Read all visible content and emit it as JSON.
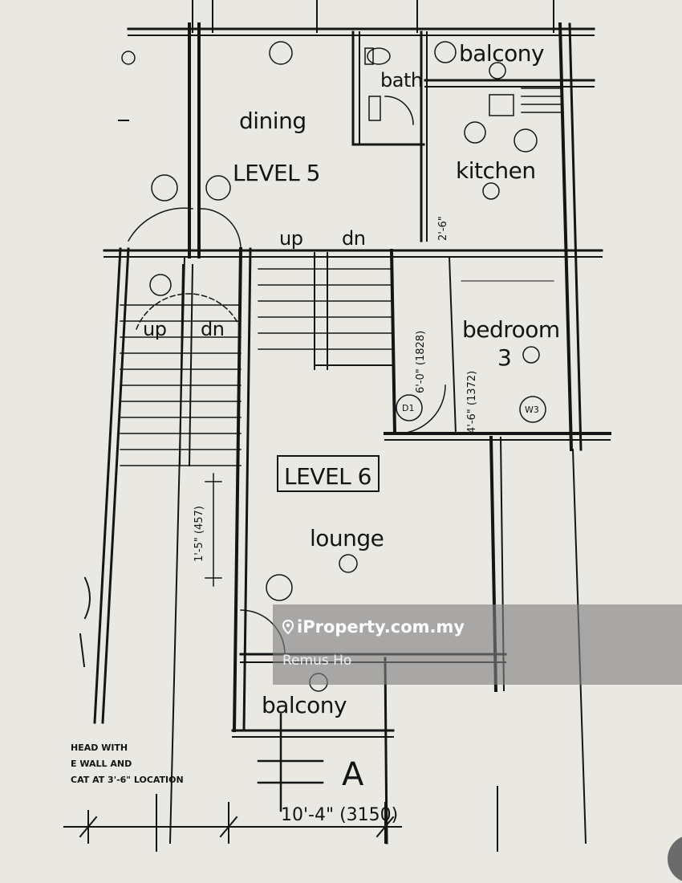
{
  "rooms": {
    "balcony_top": "balcony",
    "bath": "bath",
    "dining": "dining",
    "level5": "LEVEL 5",
    "kitchen": "kitchen",
    "bedroom": "bedroom",
    "bedroom_no": "3",
    "level6": "LEVEL 6",
    "lounge": "lounge",
    "balcony_bottom": "balcony"
  },
  "stairs": {
    "up_top": "up",
    "dn_top": "dn",
    "up_left": "up",
    "dn_left": "dn"
  },
  "dimensions": {
    "bedroom_vertical": "4'-6\" (1372)",
    "bedroom_side": "6'-0\" (1828)",
    "bottom": "10'-4\" (3150)",
    "kitchen_side": "2'-6\"",
    "lounge_side": "1'-5\" (457)"
  },
  "notes": {
    "head_line1": "HEAD WITH",
    "head_line2": "E WALL AND",
    "head_line3": "CAT AT 3'-6\" LOCATION",
    "section_mark": "A",
    "door_mark": "D1",
    "window_mark": "W3"
  },
  "watermark": {
    "brand": "iProperty.com.my",
    "author": "Remus Ho"
  },
  "colors": {
    "paper": "#e9e8e3",
    "ink": "#141414",
    "watermark_band": "#808080"
  }
}
